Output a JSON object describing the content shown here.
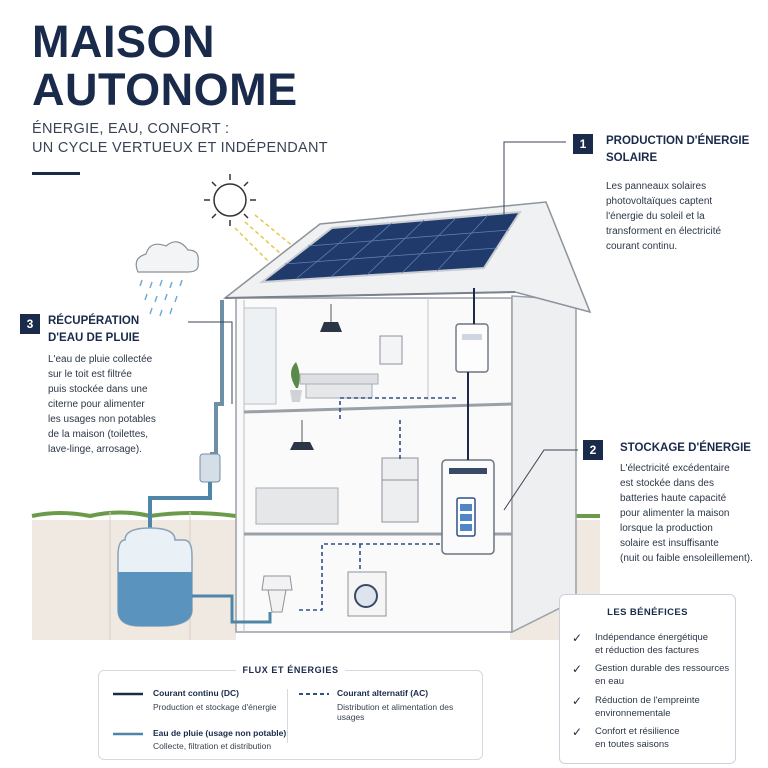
{
  "header": {
    "title_line1": "MAISON",
    "title_line2": "AUTONOME",
    "subtitle_line1": "ÉNERGIE, EAU, CONFORT :",
    "subtitle_line2": "UN CYCLE VERTUEUX ET INDÉPENDANT"
  },
  "sections": {
    "production": {
      "number": "1",
      "title_line1": "PRODUCTION D'ÉNERGIE",
      "title_line2": "SOLAIRE",
      "text": [
        "Les panneaux solaires",
        "photovoltaïques captent",
        "l'énergie du soleil et la",
        "transforment en électricité",
        "courant continu."
      ]
    },
    "stockage": {
      "number": "2",
      "title_line1": "STOCKAGE D'ÉNERGIE",
      "text": [
        "L'électricité excédentaire",
        "est stockée dans des",
        "batteries haute capacité",
        "pour alimenter la maison",
        "lorsque la production",
        "solaire est insuffisante",
        "(nuit ou faible ensoleillement)."
      ]
    },
    "recuperation": {
      "number": "3",
      "title_line1": "RÉCUPÉRATION",
      "title_line2": "D'EAU DE PLUIE",
      "text": [
        "L'eau de pluie collectée",
        "sur le toit est filtrée",
        "puis stockée dans une",
        "citerne pour alimenter",
        "les usages non potables",
        "de la maison (toilettes,",
        "lave-linge, arrosage)."
      ]
    }
  },
  "legend": {
    "title": "FLUX ET ÉNERGIES",
    "items": [
      {
        "label": "Courant continu (DC)",
        "desc": "Production et stockage d'énergie"
      },
      {
        "label": "Courant alternatif (AC)",
        "desc": "Distribution et alimentation des usages"
      },
      {
        "label": "Eau de pluie (usage non potable)",
        "desc": "Collecte, filtration et distribution"
      }
    ]
  },
  "benefits": {
    "title": "LES BÉNÉFICES",
    "items": [
      [
        "Indépendance énergétique",
        "et réduction des factures"
      ],
      [
        "Gestion durable des ressources",
        "en eau"
      ],
      [
        "Réduction de l'empreinte",
        "environnementale"
      ],
      [
        "Confort et résilience",
        "en toutes saisons"
      ]
    ]
  },
  "colors": {
    "navy": "#1a2a4a",
    "dc_line": "#1c2b4a",
    "ac_line": "#2f4f8a",
    "water": "#4f86a8",
    "panel": "#1f3a6b"
  },
  "icons": [
    "sun-icon",
    "rain-cloud-icon",
    "check-icon"
  ]
}
